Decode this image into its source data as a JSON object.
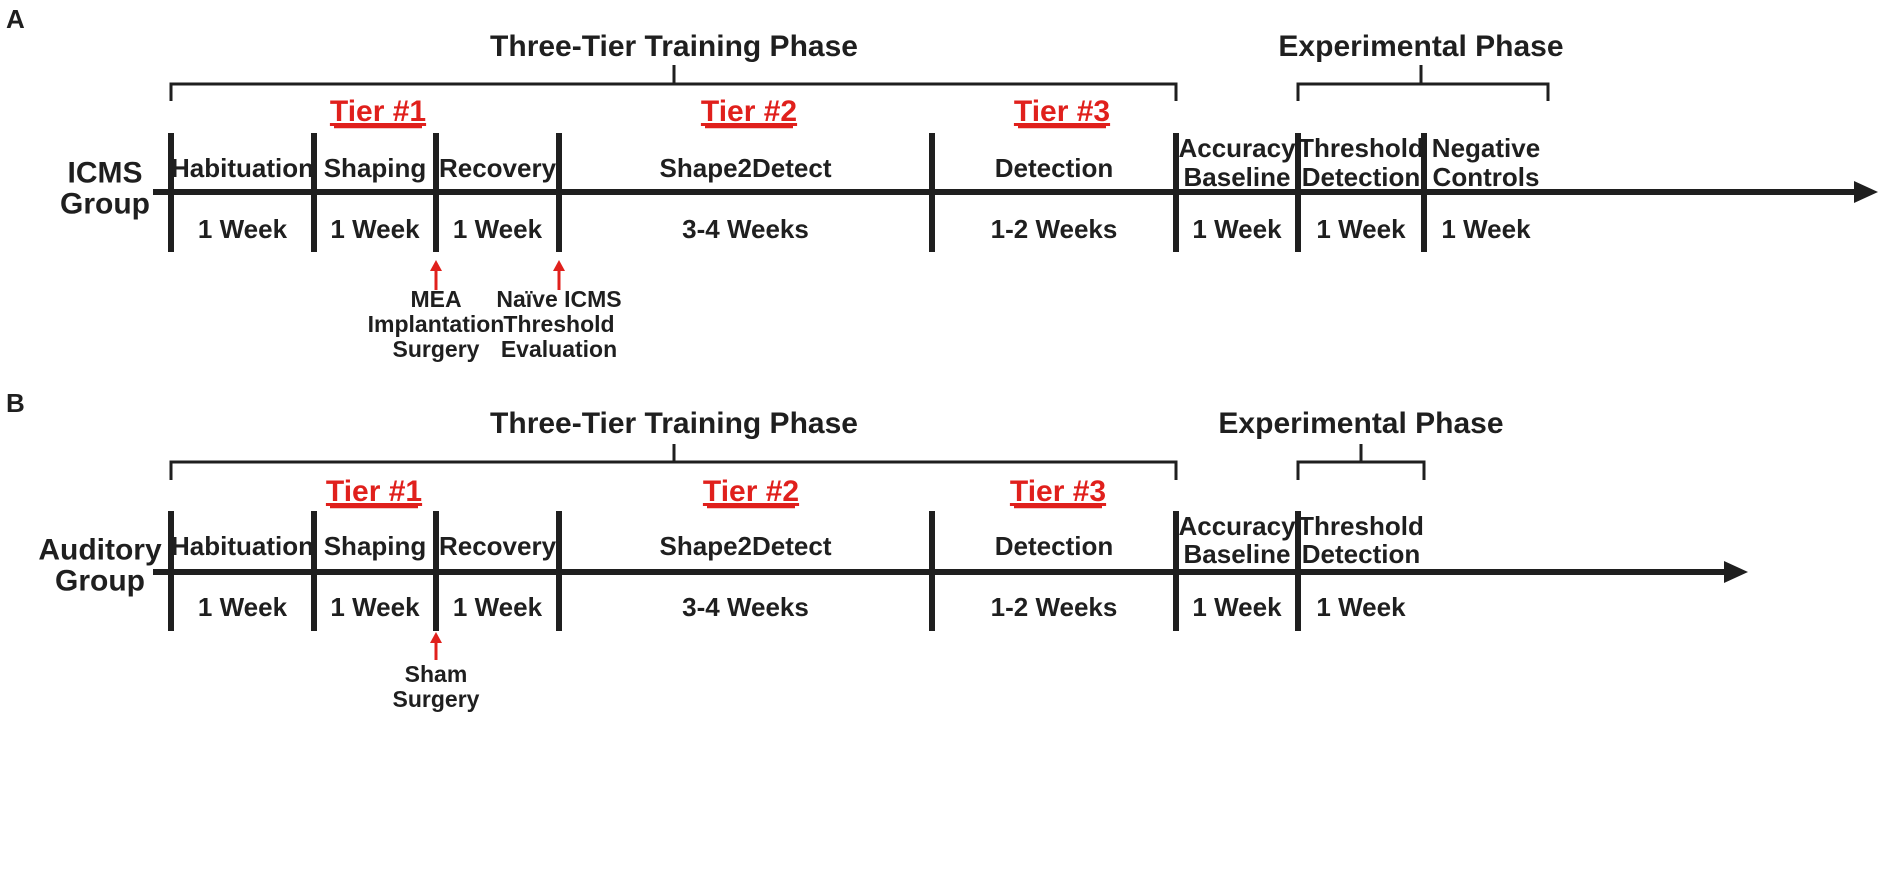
{
  "panels": [
    {
      "letter": "A",
      "group_lines": [
        "ICMS",
        "Group"
      ],
      "phases": [
        {
          "title": "Three-Tier Training Phase"
        },
        {
          "title": "Experimental Phase"
        }
      ],
      "tiers": [
        {
          "label": "Tier #1"
        },
        {
          "label": "Tier #2"
        },
        {
          "label": "Tier #3"
        }
      ],
      "stages": [
        {
          "lines": [
            "Habituation"
          ],
          "duration": "1 Week"
        },
        {
          "lines": [
            "Shaping"
          ],
          "duration": "1 Week"
        },
        {
          "lines": [
            "Recovery"
          ],
          "duration": "1 Week"
        },
        {
          "lines": [
            "Shape2Detect"
          ],
          "duration": "3-4 Weeks"
        },
        {
          "lines": [
            "Detection"
          ],
          "duration": "1-2 Weeks"
        },
        {
          "lines": [
            "Accuracy",
            "Baseline"
          ],
          "duration": "1 Week"
        },
        {
          "lines": [
            "Threshold",
            "Detection"
          ],
          "duration": "1 Week"
        },
        {
          "lines": [
            "Negative",
            "Controls"
          ],
          "duration": "1 Week"
        }
      ],
      "events": [
        {
          "lines": [
            "MEA",
            "Implantation",
            "Surgery"
          ]
        },
        {
          "lines": [
            "Naïve ICMS",
            "Threshold",
            "Evaluation"
          ]
        }
      ]
    },
    {
      "letter": "B",
      "group_lines": [
        "Auditory",
        "Group"
      ],
      "phases": [
        {
          "title": "Three-Tier Training Phase"
        },
        {
          "title": "Experimental Phase"
        }
      ],
      "tiers": [
        {
          "label": "Tier #1"
        },
        {
          "label": "Tier #2"
        },
        {
          "label": "Tier #3"
        }
      ],
      "stages": [
        {
          "lines": [
            "Habituation"
          ],
          "duration": "1 Week"
        },
        {
          "lines": [
            "Shaping"
          ],
          "duration": "1 Week"
        },
        {
          "lines": [
            "Recovery"
          ],
          "duration": "1 Week"
        },
        {
          "lines": [
            "Shape2Detect"
          ],
          "duration": "3-4 Weeks"
        },
        {
          "lines": [
            "Detection"
          ],
          "duration": "1-2 Weeks"
        },
        {
          "lines": [
            "Accuracy",
            "Baseline"
          ],
          "duration": "1 Week"
        },
        {
          "lines": [
            "Threshold",
            "Detection"
          ],
          "duration": "1 Week"
        }
      ],
      "events": [
        {
          "lines": [
            "Sham",
            "Surgery"
          ]
        }
      ]
    }
  ],
  "colors": {
    "ink": "#1f1f1f",
    "tier": "#e0201c",
    "marker": "#e0201c"
  }
}
